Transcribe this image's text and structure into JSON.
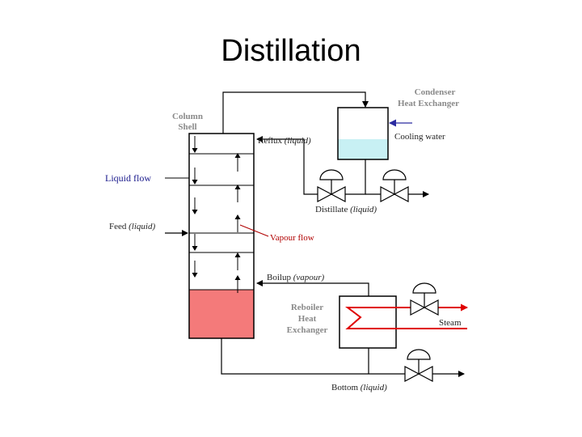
{
  "title": "Distillation",
  "labels": {
    "condenser_line1": "Condenser",
    "condenser_line2": "Heat Exchanger",
    "column_line1": "Column",
    "column_line2": "Shell",
    "reflux": "Reflux",
    "reflux_state": "(liquid)",
    "cooling_water": "Cooling water",
    "liquid_flow": "Liquid flow",
    "distillate": "Distillate",
    "distillate_state": "(liquid)",
    "feed": "Feed",
    "feed_state": "(liquid)",
    "vapour_flow": "Vapour flow",
    "boilup": "Boilup",
    "boilup_state": "(vapour)",
    "reboiler_line1": "Reboiler",
    "reboiler_line2": "Heat",
    "reboiler_line3": "Exchanger",
    "steam": "Steam",
    "bottom": "Bottom",
    "bottom_state": "(liquid)"
  },
  "colors": {
    "line": "#000000",
    "condenser_liquid": "#c8f0f4",
    "reboiler_liquid": "#f47a7a",
    "cooling_water_arrow": "#2a2aa0",
    "steam_line": "#e00000",
    "vapour_label": "#b00000",
    "gray_label": "#8a8a8a"
  }
}
